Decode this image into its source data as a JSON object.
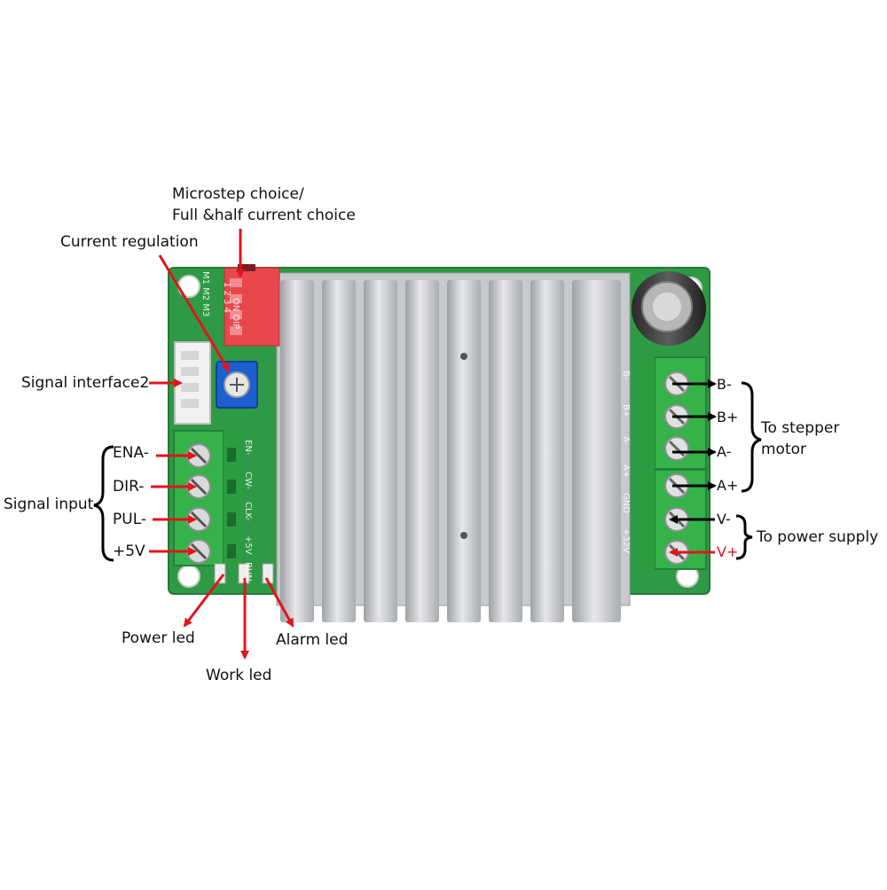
{
  "labels": {
    "microstep_line1": "Microstep choice/",
    "microstep_line2": "Full &half current choice",
    "current_regulation": "Current regulation",
    "signal_interface2": "Signal interface2",
    "signal_input": "Signal input",
    "ena_minus": "ENA-",
    "dir_minus": "DIR-",
    "pul_minus": "PUL-",
    "plus_5v": "+5V",
    "b_minus": "B-",
    "b_plus": "B+",
    "a_minus": "A-",
    "a_plus": "A+",
    "v_minus": "V-",
    "v_plus": "V+",
    "to_stepper_line1": "To stepper",
    "to_stepper_line2": "motor",
    "to_power_supply": "To power supply",
    "power_led": "Power led",
    "work_led": "Work led",
    "alarm_led": "Alarm led"
  },
  "silkscreen": {
    "dip_on": "ON DIP",
    "dip_numbers": "1 2 3 4",
    "dip_sw": "M1 M2 M3",
    "sig_en": "EN-",
    "sig_cw": "CW-",
    "sig_clk": "CLK-",
    "sig_5v": "+5V",
    "run": "RUN",
    "out_b_minus": "B-",
    "out_b_plus": "B+",
    "out_a_minus": "A-",
    "out_a_plus": "A+",
    "out_gnd": "GND",
    "out_32v": "+32V"
  },
  "colors": {
    "pcb_green": "#2f9a45",
    "terminal_green": "#35b24a",
    "heatsink": "#c9cbce",
    "dip_red": "#e8474c",
    "pot_blue": "#1d5fd0",
    "arrow_red": "#e0151b"
  }
}
